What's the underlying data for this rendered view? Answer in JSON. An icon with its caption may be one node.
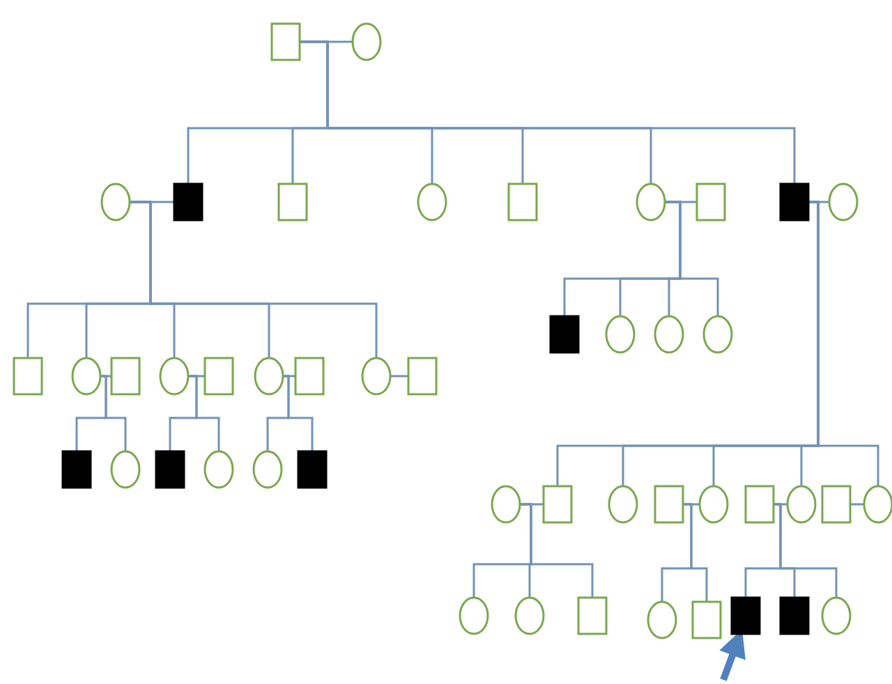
{
  "diagram": {
    "nodes": [
      {
        "text": [],
        "shape": "box"
      },
      {
        "text": [],
        "shape": "circle"
      },
      {
        "text": [],
        "shape": "circle"
      },
      {
        "text": [],
        "shape": "box"
      },
      {
        "text": [],
        "shape": "box"
      },
      {
        "text": [],
        "shape": "circle"
      },
      {
        "text": [],
        "shape": "box"
      },
      {
        "text": [],
        "shape": "circle"
      },
      {
        "text": [],
        "shape": "box"
      },
      {
        "text": [],
        "shape": "box"
      },
      {
        "text": [],
        "shape": "circle"
      },
      {
        "text": [],
        "shape": "box"
      },
      {
        "text": [],
        "shape": "circle"
      },
      {
        "text": [],
        "shape": "box"
      },
      {
        "text": [],
        "shape": "circle"
      },
      {
        "text": [],
        "shape": "box"
      },
      {
        "text": [],
        "shape": "circle"
      },
      {
        "text": [],
        "shape": "box"
      },
      {
        "text": [],
        "shape": "circle"
      },
      {
        "text": [],
        "shape": "box"
      },
      {
        "text": [],
        "shape": "box"
      },
      {
        "text": [],
        "shape": "circle"
      },
      {
        "text": [],
        "shape": "box"
      },
      {
        "text": [],
        "shape": "circle"
      },
      {
        "text": [],
        "shape": "circle"
      },
      {
        "text": [],
        "shape": "box"
      },
      {
        "text": [],
        "shape": "box"
      },
      {
        "text": [],
        "shape": "circle"
      },
      {
        "text": [],
        "shape": "circle"
      },
      {
        "text": [],
        "shape": "circle"
      },
      {
        "text": [],
        "shape": "circle"
      },
      {
        "text": [],
        "shape": "box"
      },
      {
        "text": [],
        "shape": "circle"
      },
      {
        "text": [],
        "shape": "box"
      },
      {
        "text": [],
        "shape": "circle"
      },
      {
        "text": [],
        "shape": "box"
      },
      {
        "text": [],
        "shape": "circle"
      },
      {
        "text": [],
        "shape": "box"
      },
      {
        "text": [],
        "shape": "circle"
      },
      {
        "text": [],
        "shape": "circle"
      },
      {
        "text": [],
        "shape": "circle"
      },
      {
        "text": [],
        "shape": "box"
      },
      {
        "text": [],
        "shape": "circle"
      },
      {
        "text": [],
        "shape": "box"
      },
      {
        "text": [],
        "shape": "box"
      },
      {
        "text": [],
        "shape": "box"
      },
      {
        "text": [],
        "shape": "circle"
      }
    ],
    "edges": [
      {
        "from": 0,
        "to": 1,
        "arrow": "none"
      },
      {
        "from": 0,
        "to": 3,
        "arrow": "none"
      },
      {
        "from": 0,
        "to": 4,
        "arrow": "none"
      },
      {
        "from": 0,
        "to": 5,
        "arrow": "none"
      },
      {
        "from": 0,
        "to": 6,
        "arrow": "none"
      },
      {
        "from": 0,
        "to": 7,
        "arrow": "none"
      },
      {
        "from": 0,
        "to": 9,
        "arrow": "none"
      },
      {
        "from": 2,
        "to": 3,
        "arrow": "none"
      },
      {
        "from": 7,
        "to": 8,
        "arrow": "none"
      },
      {
        "from": 9,
        "to": 10,
        "arrow": "none"
      },
      {
        "from": 2,
        "to": 11,
        "arrow": "none"
      },
      {
        "from": 2,
        "to": 12,
        "arrow": "none"
      },
      {
        "from": 2,
        "to": 14,
        "arrow": "none"
      },
      {
        "from": 2,
        "to": 16,
        "arrow": "none"
      },
      {
        "from": 2,
        "to": 18,
        "arrow": "none"
      },
      {
        "from": 12,
        "to": 13,
        "arrow": "none"
      },
      {
        "from": 14,
        "to": 15,
        "arrow": "none"
      },
      {
        "from": 16,
        "to": 17,
        "arrow": "none"
      },
      {
        "from": 18,
        "to": 19,
        "arrow": "none"
      },
      {
        "from": 12,
        "to": 20,
        "arrow": "none"
      },
      {
        "from": 12,
        "to": 21,
        "arrow": "none"
      },
      {
        "from": 14,
        "to": 22,
        "arrow": "none"
      },
      {
        "from": 14,
        "to": 23,
        "arrow": "none"
      },
      {
        "from": 16,
        "to": 24,
        "arrow": "none"
      },
      {
        "from": 16,
        "to": 25,
        "arrow": "none"
      },
      {
        "from": 7,
        "to": 26,
        "arrow": "none"
      },
      {
        "from": 7,
        "to": 27,
        "arrow": "none"
      },
      {
        "from": 7,
        "to": 28,
        "arrow": "none"
      },
      {
        "from": 7,
        "to": 29,
        "arrow": "none"
      },
      {
        "from": 9,
        "to": 31,
        "arrow": "none"
      },
      {
        "from": 9,
        "to": 32,
        "arrow": "none"
      },
      {
        "from": 9,
        "to": 34,
        "arrow": "none"
      },
      {
        "from": 9,
        "to": 36,
        "arrow": "none"
      },
      {
        "from": 9,
        "to": 38,
        "arrow": "none"
      },
      {
        "from": 30,
        "to": 31,
        "arrow": "none"
      },
      {
        "from": 33,
        "to": 34,
        "arrow": "none"
      },
      {
        "from": 35,
        "to": 36,
        "arrow": "none"
      },
      {
        "from": 37,
        "to": 38,
        "arrow": "none"
      },
      {
        "from": 30,
        "to": 39,
        "arrow": "none"
      },
      {
        "from": 30,
        "to": 40,
        "arrow": "none"
      },
      {
        "from": 30,
        "to": 41,
        "arrow": "none"
      },
      {
        "from": 33,
        "to": 42,
        "arrow": "none"
      },
      {
        "from": 33,
        "to": 43,
        "arrow": "none"
      },
      {
        "from": 35,
        "to": 44,
        "arrow": "none"
      },
      {
        "from": 35,
        "to": 45,
        "arrow": "none"
      },
      {
        "from": 35,
        "to": 46,
        "arrow": "none"
      },
      {
        "from": null,
        "to": 44,
        "arrow": "to",
        "style": "thick",
        "color": "#4f81bd"
      }
    ]
  }
}
